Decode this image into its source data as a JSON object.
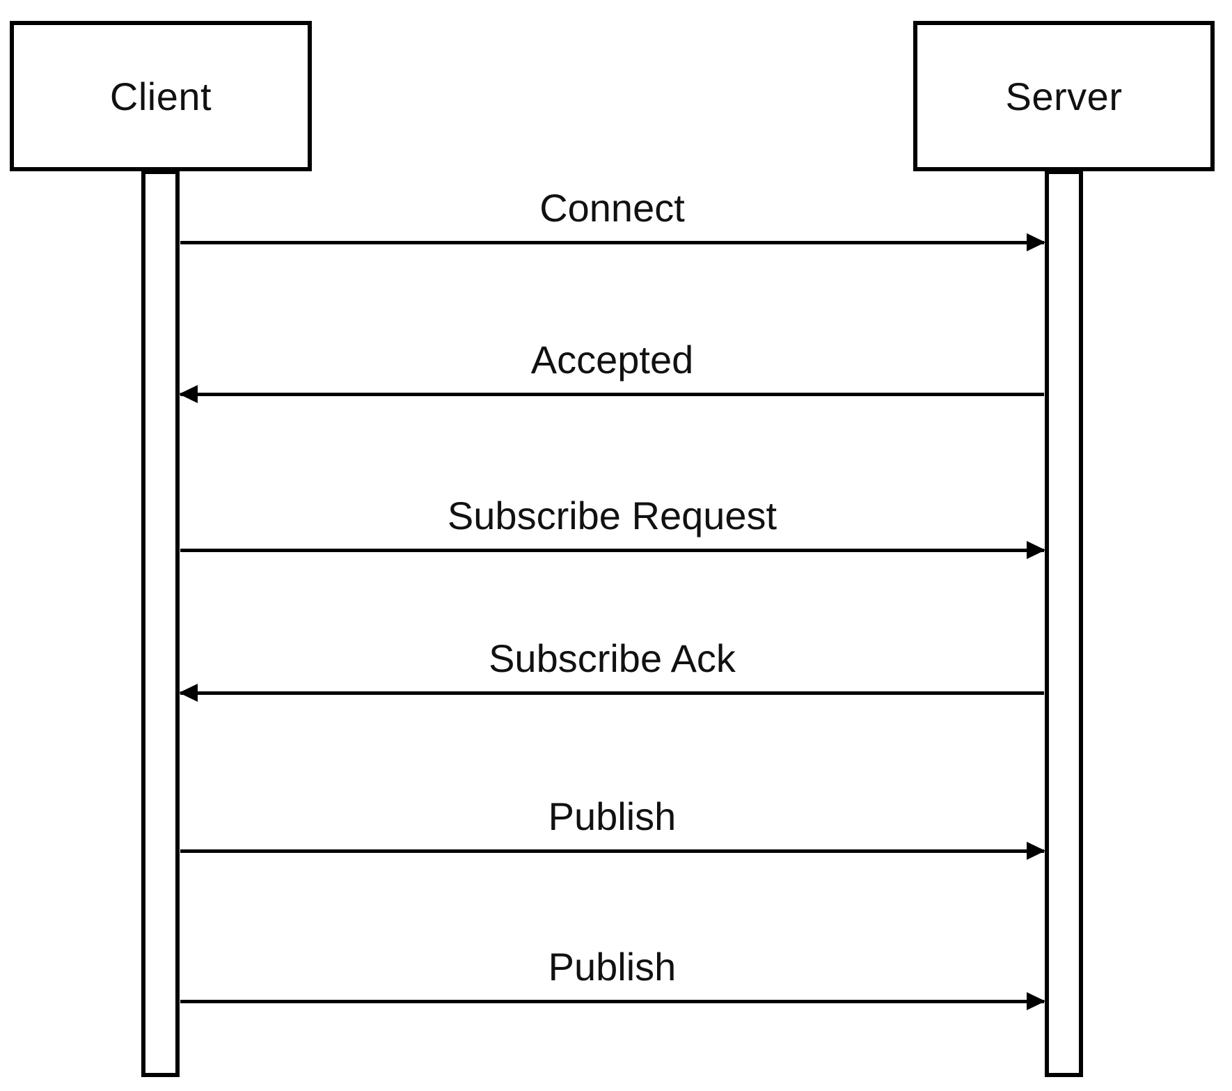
{
  "diagram": {
    "type": "sequence",
    "actors": [
      {
        "name": "Client"
      },
      {
        "name": "Server"
      }
    ],
    "messages": [
      {
        "label": "Connect",
        "from": "Client",
        "to": "Server",
        "direction": "right"
      },
      {
        "label": "Accepted",
        "from": "Server",
        "to": "Client",
        "direction": "left"
      },
      {
        "label": "Subscribe Request",
        "from": "Client",
        "to": "Server",
        "direction": "right"
      },
      {
        "label": "Subscribe Ack",
        "from": "Server",
        "to": "Client",
        "direction": "left"
      },
      {
        "label": "Publish",
        "from": "Client",
        "to": "Server",
        "direction": "right"
      },
      {
        "label": "Publish",
        "from": "Client",
        "to": "Server",
        "direction": "right"
      }
    ],
    "colors": {
      "line": "#000000",
      "background": "#ffffff",
      "text": "#111111"
    }
  }
}
